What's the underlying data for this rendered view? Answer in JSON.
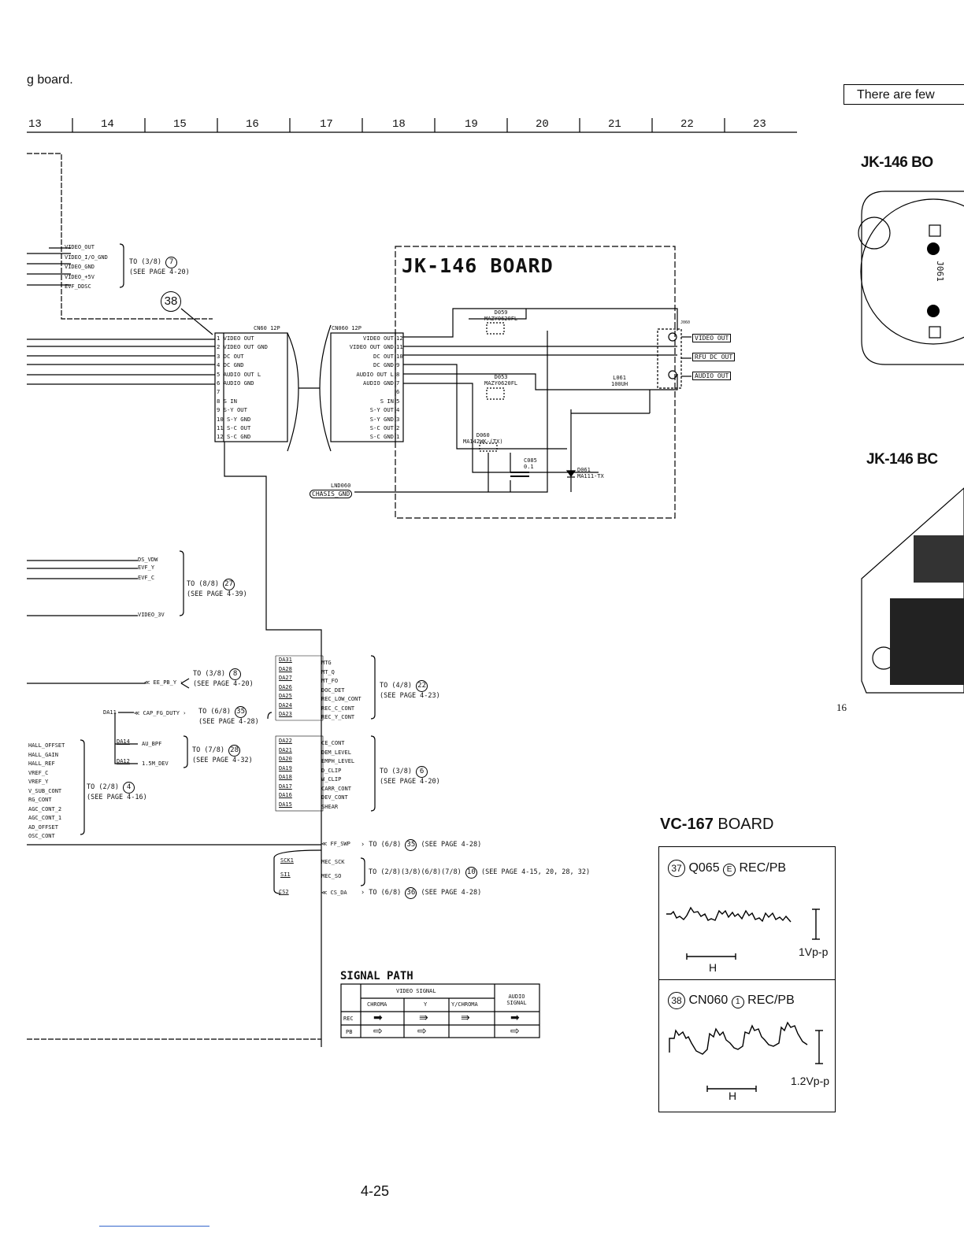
{
  "header": {
    "title_left": "g board.",
    "note": "There are few"
  },
  "zones": [
    "13",
    "14",
    "15",
    "16",
    "17",
    "18",
    "19",
    "20",
    "21",
    "22",
    "23"
  ],
  "board": {
    "title": "JK-146 BOARD"
  },
  "connectors": {
    "cn60": {
      "label": "CN60 12P",
      "pins": [
        "1 VIDEO OUT",
        "2 VIDEO OUT GND",
        "3 DC OUT",
        "4 DC GND",
        "5 AUDIO OUT L",
        "6 AUDIO GND",
        "7",
        "8 S IN",
        "9 S-Y OUT",
        "10 S-Y GND",
        "11 S-C OUT",
        "12 S-C GND"
      ]
    },
    "cn060": {
      "label": "CN060 12P",
      "pins": [
        "VIDEO OUT",
        "VIDEO OUT GND",
        "DC OUT",
        "DC GND",
        "AUDIO OUT L",
        "AUDIO GND",
        "",
        "S IN",
        "S-Y OUT",
        "S-Y GND",
        "S-C OUT",
        "S-C GND"
      ],
      "nums": [
        "12",
        "11",
        "10",
        "9",
        "8",
        "7",
        "6",
        "5",
        "4",
        "3",
        "2",
        "1"
      ]
    }
  },
  "components": {
    "d059": "D059",
    "d059p": "MAZY0620FL",
    "d053": "D053",
    "d053p": "MAZY0620FL",
    "d060": "D060",
    "d060p": "MA142WK-(TX)",
    "c085": "C085",
    "c085v": "0.1",
    "d061": "D061",
    "d061p": "MA111-TX",
    "l061": "L061",
    "l061v": "100UH",
    "j060": "J060",
    "lnd060": "LND060",
    "chassis": "CHASIS_GND"
  },
  "jack_tags": [
    "VIDEO OUT",
    "RFU DC OUT",
    "AUDIO OUT"
  ],
  "top_signals": [
    "VIDEO_OUT",
    "VIDEO_I/O_GND",
    "VIDEO_GND",
    "VIDEO_+5V",
    "EVF_DDSC"
  ],
  "top_ref": {
    "to": "TO (3/8)",
    "num": "7",
    "see": "(SEE PAGE 4-20)"
  },
  "marker38": "38",
  "evf_signals": [
    "DS_VDW",
    "EVF_Y",
    "EVF_C",
    "VIDEO_3V"
  ],
  "evf_ref": {
    "to": "TO (8/8)",
    "num": "27",
    "see": "(SEE PAGE 4-39)"
  },
  "ee_signal": "EE_PB_Y",
  "ee_ref": {
    "to": "TO (3/8)",
    "num": "8",
    "see": "(SEE PAGE 4-20)"
  },
  "cap_pin": "DA11",
  "cap_signal": "CAP_FG_DUTY",
  "cap_ref": {
    "to": "TO (6/8)",
    "num": "35",
    "see": "(SEE PAGE 4-28)"
  },
  "au_pins": [
    "DA14",
    "DA12"
  ],
  "au_signals": [
    "AU_BPF",
    "1.5M_DEV"
  ],
  "au_ref": {
    "to": "TO (7/8)",
    "num": "28",
    "see": "(SEE PAGE 4-32)"
  },
  "hall_signals": [
    "HALL_OFFSET",
    "HALL_GAIN",
    "HALL_REF",
    "VREF_C",
    "VREF_Y",
    "V_SUB_CONT",
    "RG_CONT",
    "AGC_CONT_2",
    "AGC_CONT_1",
    "AD_OFFSET",
    "OSC_CONT"
  ],
  "hall_ref": {
    "to": "TO (2/8)",
    "num": "4",
    "see": "(SEE PAGE 4-16)"
  },
  "mtg_pins": [
    "DA31",
    "DA28",
    "DA27",
    "DA26",
    "DA25",
    "DA24",
    "DA23"
  ],
  "mtg_signals": [
    "MTG",
    "MT_Q",
    "MT_FO",
    "DOC_DET",
    "REC_LOW_CONT",
    "REC_C_CONT",
    "REC_Y_CONT"
  ],
  "mtg_ref": {
    "to": "TO (4/8)",
    "num": "22",
    "see": "(SEE PAGE 4-23)"
  },
  "ce_pins": [
    "DA22",
    "DA21",
    "DA20",
    "DA19",
    "DA18",
    "DA17",
    "DA16",
    "DA15"
  ],
  "ce_signals": [
    "CE_CONT",
    "DEM_LEVEL",
    "EMPH_LEVEL",
    "D_CLIP",
    "W_CLIP",
    "CARR_CONT",
    "DEV_CONT",
    "SHEAR"
  ],
  "ce_ref": {
    "to": "TO (3/8)",
    "num": "6",
    "see": "(SEE PAGE 4-20)"
  },
  "ff_signal": "FF_SWP",
  "ff_ref": {
    "to": "TO (6/8)",
    "num": "35",
    "see": "(SEE PAGE 4-28)"
  },
  "mec_pins": [
    "SCK1",
    "SI1"
  ],
  "mec_signals": [
    "MEC_SCK",
    "MEC_SO"
  ],
  "mec_ref": {
    "to": "TO (2/8)(3/8)(6/8)(7/8)",
    "num": "10",
    "see": "(SEE PAGE 4-15, 20, 28, 32)"
  },
  "cs_pin": "CS2",
  "cs_signal": "CS_DA",
  "cs_ref": {
    "to": "TO (6/8)",
    "num": "36",
    "see": "(SEE PAGE 4-28)"
  },
  "signal_path": {
    "title": "SIGNAL PATH",
    "video": "VIDEO SIGNAL",
    "audio": "AUDIO SIGNAL",
    "cols": [
      "CHROMA",
      "Y",
      "Y/CHROMA"
    ],
    "rows": [
      "REC",
      "PB"
    ]
  },
  "right_panel": {
    "jk_top": "JK-146 BO",
    "jk_bottom": "JK-146 BC",
    "j061": "J061",
    "page_num": "16"
  },
  "vc_board": {
    "title_bold": "VC-167",
    "title_rest": "BOARD"
  },
  "waveforms": [
    {
      "num": "37",
      "label": "Q065",
      "pin": "E",
      "mode": "REC/PB",
      "amp": "1Vp-p",
      "h": "H"
    },
    {
      "num": "38",
      "label": "CN060",
      "pin": "1",
      "mode": "REC/PB",
      "amp": "1.2Vp-p",
      "h": "H"
    }
  ],
  "page": "4-25"
}
